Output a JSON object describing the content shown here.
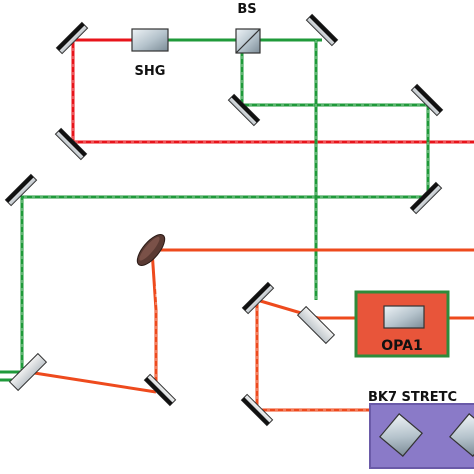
{
  "labels": {
    "shg": "SHG",
    "bs": "BS",
    "opa1": "OPA1",
    "stretcher": "BK7 STRETC"
  },
  "colors": {
    "red_beam": "#e8141b",
    "green_beam": "#1f9a3a",
    "orange_beam": "#ee4a1d",
    "opa_box": "#e8553a",
    "opa_border": "#2e8b3a",
    "stretcher_box": "#8a7ac8",
    "stretcher_border": "#6a5aa8",
    "mirror": "#111111",
    "crystal": "#b8c4cc"
  },
  "icons": {
    "mirror": "mirror-icon",
    "curved_mirror": "curved-mirror-icon",
    "shg_crystal": "crystal-icon",
    "beam_splitter": "beam-splitter-icon"
  }
}
